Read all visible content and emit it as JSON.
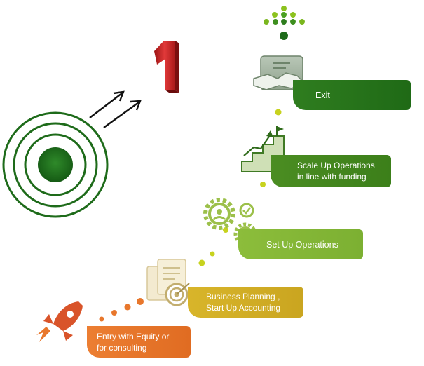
{
  "steps": [
    {
      "id": "exit",
      "label": "Exit",
      "color": "#2a7a1c",
      "icon": "handshake-icon"
    },
    {
      "id": "scale",
      "label": "Scale Up Operations\nin line with funding",
      "color": "#468a20",
      "icon": "stairs-growth-icon"
    },
    {
      "id": "setup",
      "label": "Set Up Operations",
      "color": "#86b838",
      "icon": "gears-icon"
    },
    {
      "id": "plan",
      "label": "Business Planning ,\nStart Up Accounting",
      "color": "#d4b028",
      "icon": "document-target-icon"
    },
    {
      "id": "entry",
      "label": "Entry with Equity or\nfor consulting",
      "color": "#e8772c",
      "icon": "rocket-icon"
    }
  ],
  "colors": {
    "target_green": "#1e6b1a",
    "number_red": "#d42a2a",
    "dot_yellow": "#c7d21e",
    "dot_orange": "#e8772c"
  },
  "icons": [
    "target-icon",
    "arrows-icon",
    "number-one-icon",
    "arrow-dots-icon"
  ]
}
